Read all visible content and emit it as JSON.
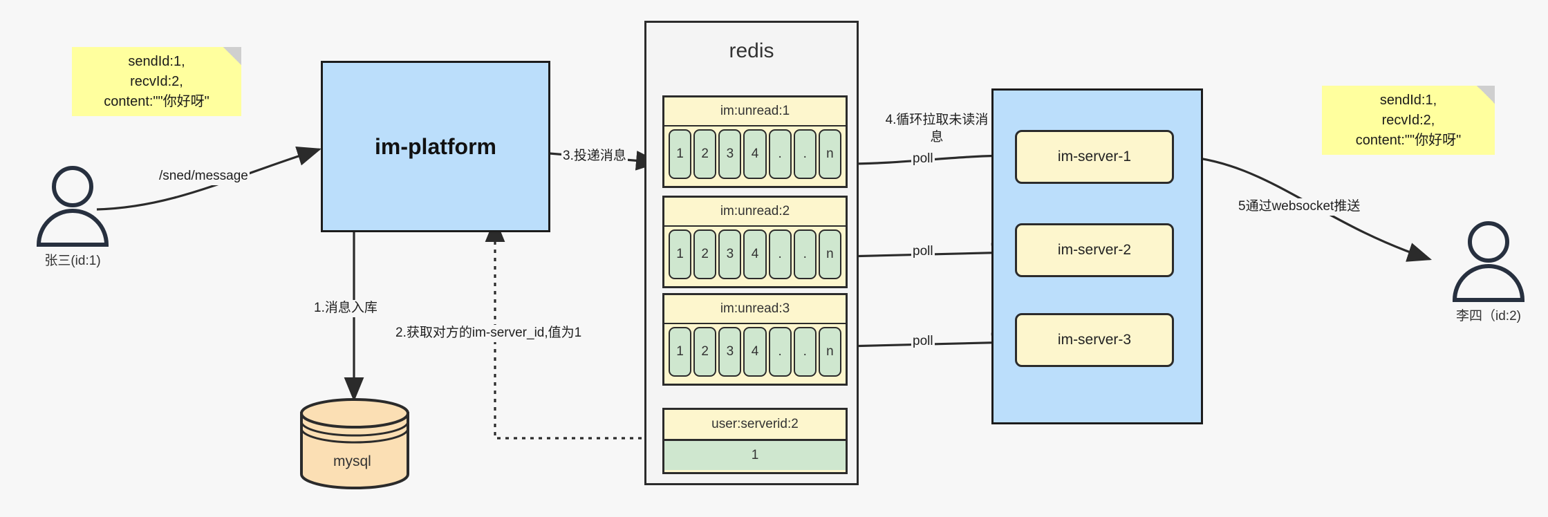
{
  "diagram": {
    "title": "IM message delivery architecture",
    "colors": {
      "note_fill": "#ffff9e",
      "platform_fill": "#bbdefb",
      "queue_head_fill": "#fdf6cd",
      "cell_fill": "#cfe7cf",
      "server_fill": "#fdf6cd",
      "db_fill": "#fbdfb4",
      "stroke": "#2b2b2b",
      "canvas": "#f7f7f7"
    }
  },
  "notes": {
    "left": "sendId:1,\nrecvId:2,\ncontent:\"\"你好呀\"",
    "right": "sendId:1,\nrecvId:2,\ncontent:\"\"你好呀\""
  },
  "actors": {
    "sender": {
      "name": "张三(id:1)"
    },
    "receiver": {
      "name": "李四（id:2)"
    }
  },
  "platform": {
    "label": "im-platform"
  },
  "database": {
    "label": "mysql"
  },
  "redis": {
    "title": "redis",
    "queues": [
      {
        "key": "im:unread:1",
        "cells": [
          "1",
          "2",
          "3",
          "4",
          ".",
          ".",
          "n"
        ]
      },
      {
        "key": "im:unread:2",
        "cells": [
          "1",
          "2",
          "3",
          "4",
          ".",
          ".",
          "n"
        ]
      },
      {
        "key": "im:unread:3",
        "cells": [
          "1",
          "2",
          "3",
          "4",
          ".",
          ".",
          "n"
        ]
      }
    ],
    "kv": {
      "key": "user:serverid:2",
      "value": "1"
    }
  },
  "servers": {
    "items": [
      {
        "label": "im-server-1"
      },
      {
        "label": "im-server-2"
      },
      {
        "label": "im-server-3"
      }
    ]
  },
  "edges": {
    "send_message": "/sned/message",
    "step1": "1.消息入库",
    "step2": "2.获取对方的im-server_id,值为1",
    "step3": "3.投递消息",
    "step4": "4.循环拉取未读消\n息",
    "step5": "5通过websocket推送",
    "poll1": "poll",
    "poll2": "poll",
    "poll3": "poll"
  }
}
